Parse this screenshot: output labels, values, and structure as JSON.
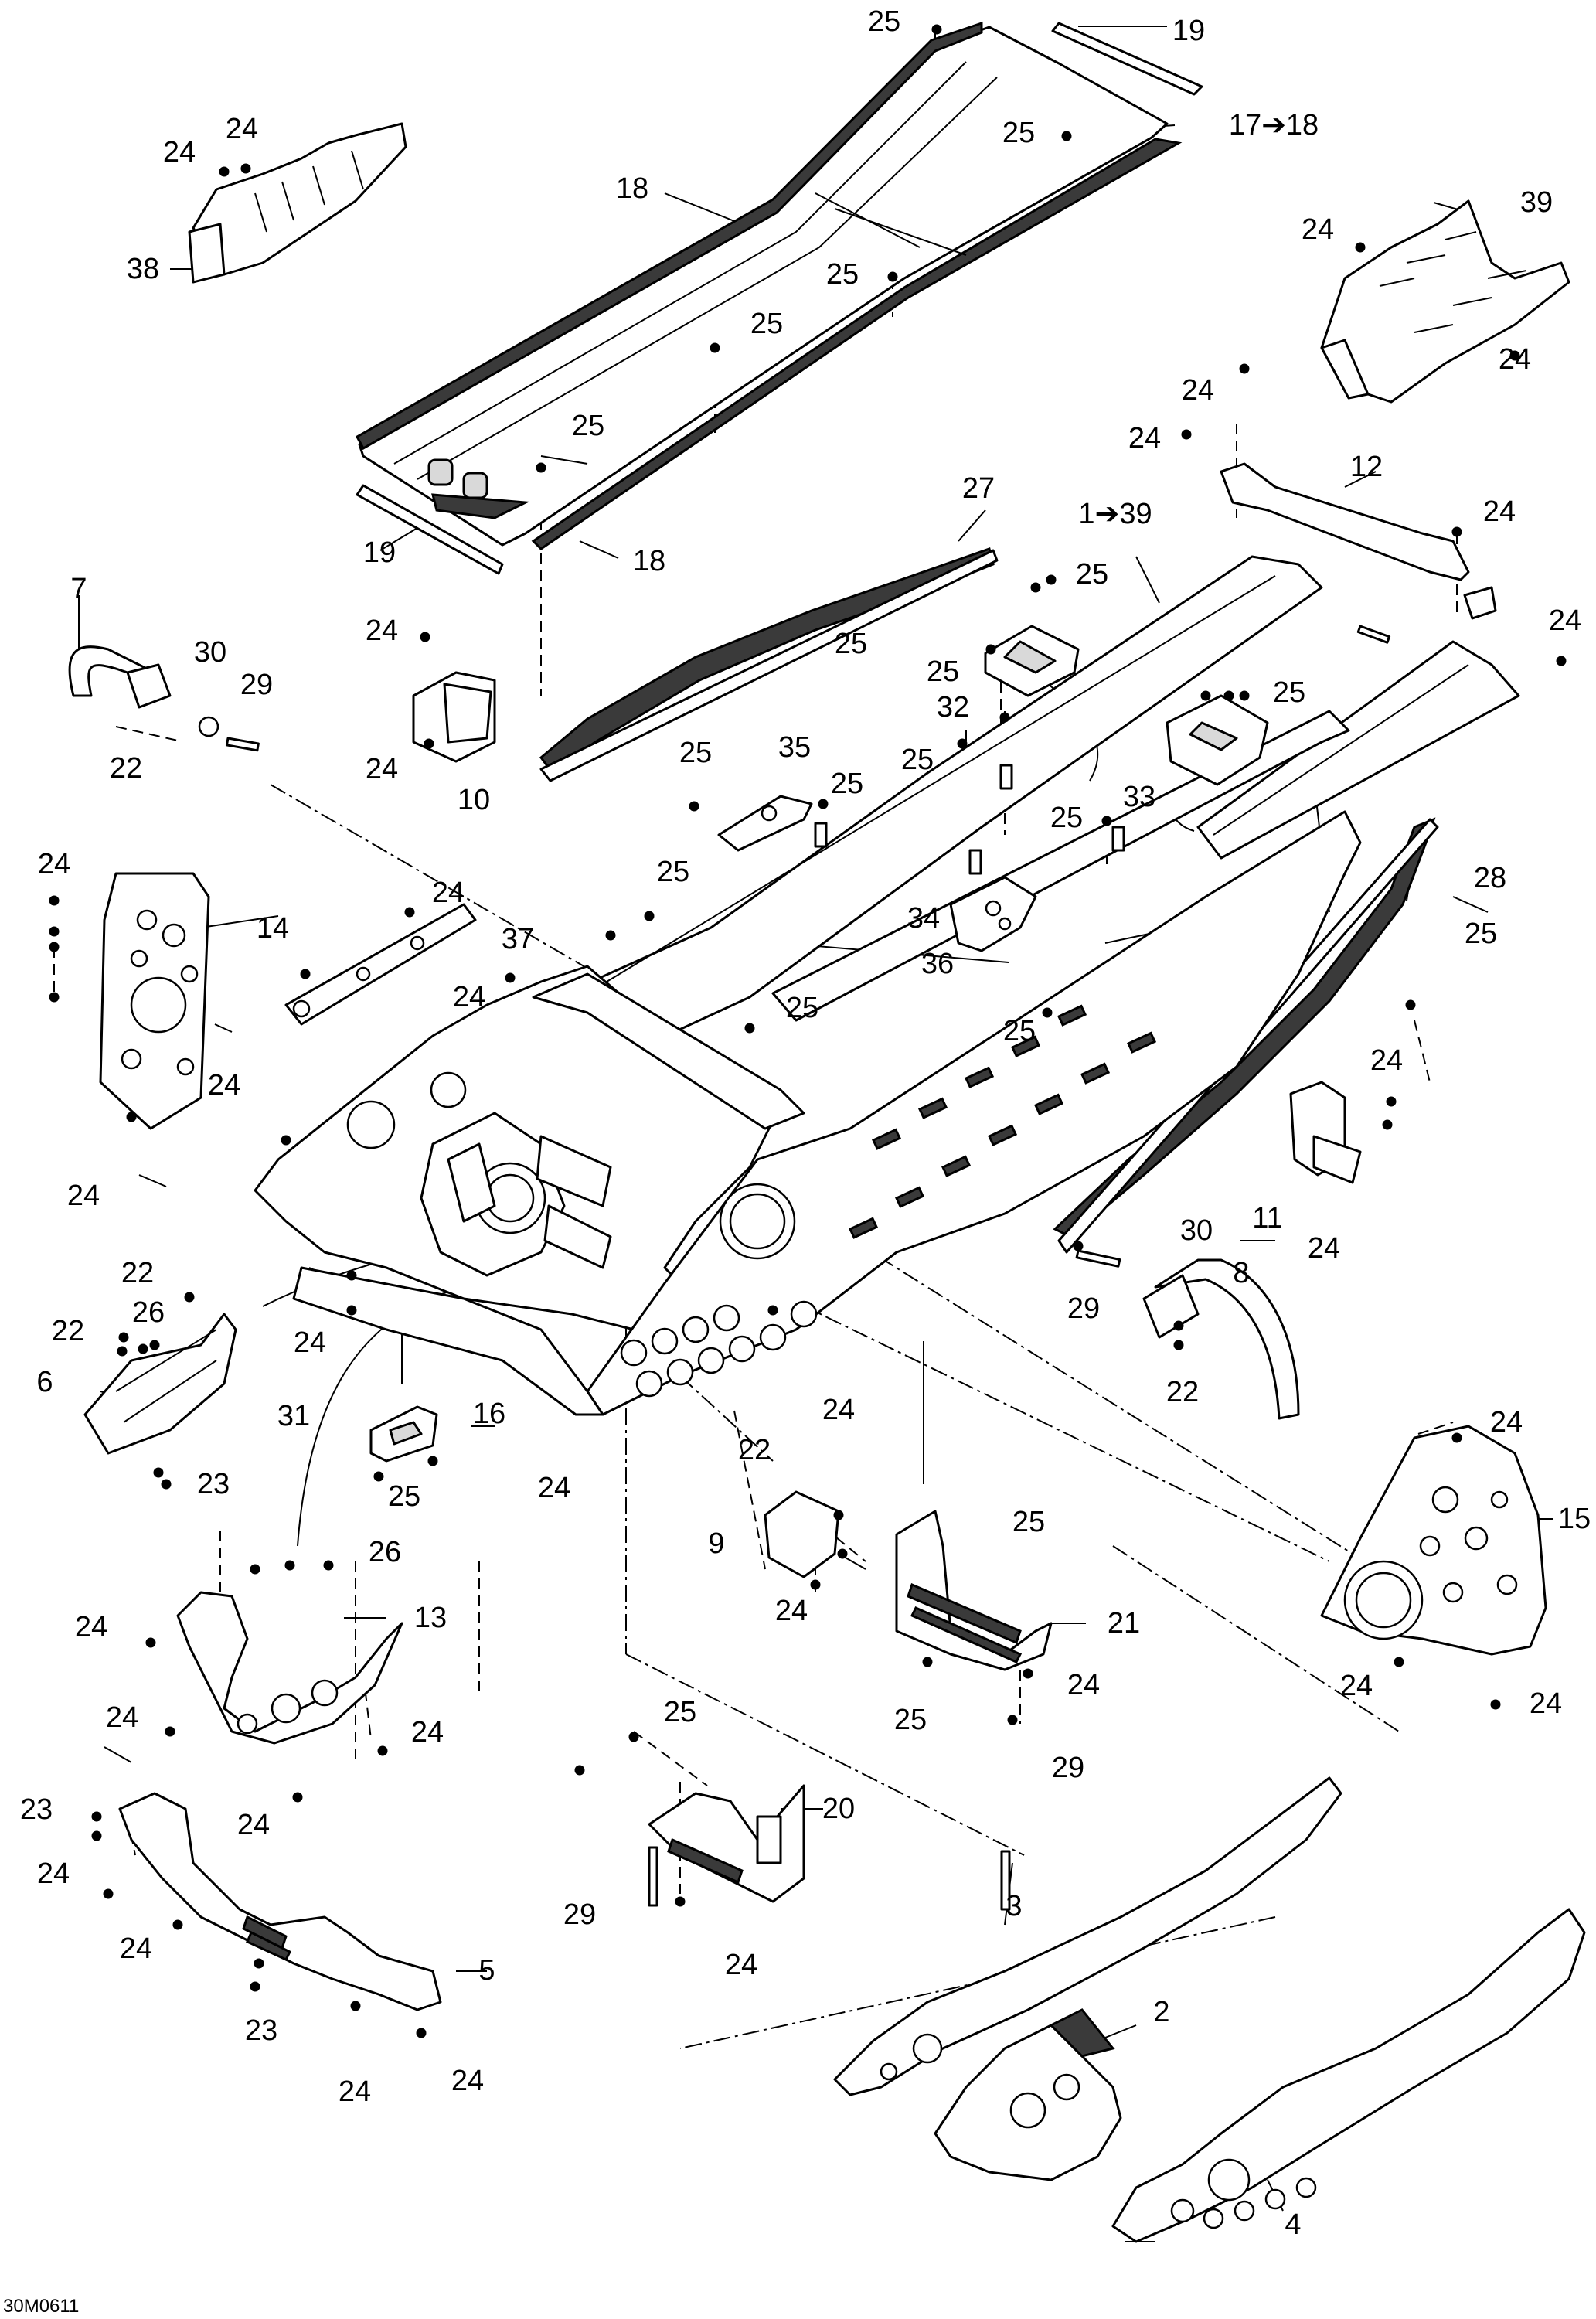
{
  "figure_id": "30M0611",
  "callouts": [
    {
      "id": "c-25a",
      "text": "25"
    },
    {
      "id": "c-19a",
      "text": "19"
    },
    {
      "id": "c-24a",
      "text": "24"
    },
    {
      "id": "c-24b",
      "text": "24"
    },
    {
      "id": "c-25b",
      "text": "25"
    },
    {
      "id": "c-17-18",
      "text": "17➔18"
    },
    {
      "id": "c-18a",
      "text": "18"
    },
    {
      "id": "c-38",
      "text": "38"
    },
    {
      "id": "c-39",
      "text": "39"
    },
    {
      "id": "c-24c",
      "text": "24"
    },
    {
      "id": "c-25c",
      "text": "25"
    },
    {
      "id": "c-25d",
      "text": "25"
    },
    {
      "id": "c-24d",
      "text": "24"
    },
    {
      "id": "c-24e",
      "text": "24"
    },
    {
      "id": "c-24f",
      "text": "24"
    },
    {
      "id": "c-12",
      "text": "12"
    },
    {
      "id": "c-25e",
      "text": "25"
    },
    {
      "id": "c-24g",
      "text": "24"
    },
    {
      "id": "c-19b",
      "text": "19"
    },
    {
      "id": "c-18b",
      "text": "18"
    },
    {
      "id": "c-27",
      "text": "27"
    },
    {
      "id": "c-1-39",
      "text": "1➔39"
    },
    {
      "id": "c-24h",
      "text": "24"
    },
    {
      "id": "c-7",
      "text": "7"
    },
    {
      "id": "c-25f",
      "text": "25"
    },
    {
      "id": "c-24i",
      "text": "24"
    },
    {
      "id": "c-30a",
      "text": "30"
    },
    {
      "id": "c-29a",
      "text": "29"
    },
    {
      "id": "c-25g",
      "text": "25"
    },
    {
      "id": "c-25h",
      "text": "25"
    },
    {
      "id": "c-32",
      "text": "32"
    },
    {
      "id": "c-25i",
      "text": "25"
    },
    {
      "id": "c-22a",
      "text": "22"
    },
    {
      "id": "c-24j",
      "text": "24"
    },
    {
      "id": "c-10",
      "text": "10"
    },
    {
      "id": "c-25j",
      "text": "25"
    },
    {
      "id": "c-35",
      "text": "35"
    },
    {
      "id": "c-25k",
      "text": "25"
    },
    {
      "id": "c-25l",
      "text": "25"
    },
    {
      "id": "c-25m",
      "text": "25"
    },
    {
      "id": "c-33",
      "text": "33"
    },
    {
      "id": "c-24k",
      "text": "24"
    },
    {
      "id": "c-28",
      "text": "28"
    },
    {
      "id": "c-24l",
      "text": "24"
    },
    {
      "id": "c-14",
      "text": "14"
    },
    {
      "id": "c-25n",
      "text": "25"
    },
    {
      "id": "c-37",
      "text": "37"
    },
    {
      "id": "c-34",
      "text": "34"
    },
    {
      "id": "c-25o",
      "text": "25"
    },
    {
      "id": "c-24m",
      "text": "24"
    },
    {
      "id": "c-36",
      "text": "36"
    },
    {
      "id": "c-25p",
      "text": "25"
    },
    {
      "id": "c-25q",
      "text": "25"
    },
    {
      "id": "c-24n",
      "text": "24"
    },
    {
      "id": "c-24o",
      "text": "24"
    },
    {
      "id": "c-24p",
      "text": "24"
    },
    {
      "id": "c-11",
      "text": "11"
    },
    {
      "id": "c-24q",
      "text": "24"
    },
    {
      "id": "c-30b",
      "text": "30"
    },
    {
      "id": "c-8",
      "text": "8"
    },
    {
      "id": "c-22b",
      "text": "22"
    },
    {
      "id": "c-26a",
      "text": "26"
    },
    {
      "id": "c-22c",
      "text": "22"
    },
    {
      "id": "c-24r",
      "text": "24"
    },
    {
      "id": "c-29b",
      "text": "29"
    },
    {
      "id": "c-6",
      "text": "6"
    },
    {
      "id": "c-31",
      "text": "31"
    },
    {
      "id": "c-22d",
      "text": "22"
    },
    {
      "id": "c-24s",
      "text": "24"
    },
    {
      "id": "c-16",
      "text": "16"
    },
    {
      "id": "c-22e",
      "text": "22"
    },
    {
      "id": "c-23a",
      "text": "23"
    },
    {
      "id": "c-25r",
      "text": "25"
    },
    {
      "id": "c-24t",
      "text": "24"
    },
    {
      "id": "c-24u",
      "text": "24"
    },
    {
      "id": "c-15",
      "text": "15"
    },
    {
      "id": "c-26b",
      "text": "26"
    },
    {
      "id": "c-9",
      "text": "9"
    },
    {
      "id": "c-25s",
      "text": "25"
    },
    {
      "id": "c-24v",
      "text": "24"
    },
    {
      "id": "c-24w",
      "text": "24"
    },
    {
      "id": "c-13",
      "text": "13"
    },
    {
      "id": "c-21",
      "text": "21"
    },
    {
      "id": "c-24x",
      "text": "24"
    },
    {
      "id": "c-24y",
      "text": "24"
    },
    {
      "id": "c-24z",
      "text": "24"
    },
    {
      "id": "c-24aa",
      "text": "24"
    },
    {
      "id": "c-25t",
      "text": "25"
    },
    {
      "id": "c-24ab",
      "text": "24"
    },
    {
      "id": "c-25u",
      "text": "25"
    },
    {
      "id": "c-29c",
      "text": "29"
    },
    {
      "id": "c-24ac",
      "text": "24"
    },
    {
      "id": "c-23b",
      "text": "23"
    },
    {
      "id": "c-20",
      "text": "20"
    },
    {
      "id": "c-24ad",
      "text": "24"
    },
    {
      "id": "c-29d",
      "text": "29"
    },
    {
      "id": "c-24ae",
      "text": "24"
    },
    {
      "id": "c-3",
      "text": "3"
    },
    {
      "id": "c-24af",
      "text": "24"
    },
    {
      "id": "c-2",
      "text": "2"
    },
    {
      "id": "c-5",
      "text": "5"
    },
    {
      "id": "c-23c",
      "text": "23"
    },
    {
      "id": "c-24ag",
      "text": "24"
    },
    {
      "id": "c-24ah",
      "text": "24"
    },
    {
      "id": "c-4",
      "text": "4"
    }
  ]
}
